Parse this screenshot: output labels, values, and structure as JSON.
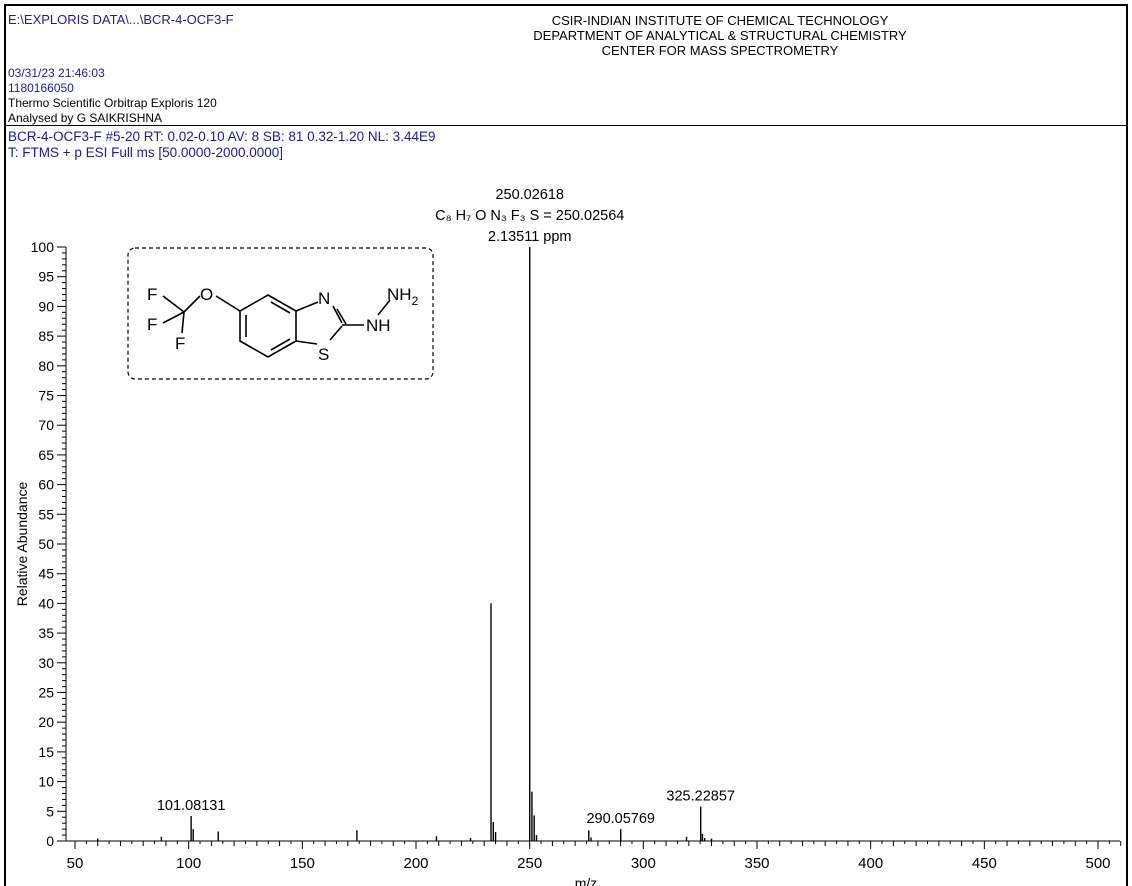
{
  "header": {
    "file_path": "E:\\EXPLORIS DATA\\...\\BCR-4-OCF3-F",
    "institute_line1": "CSIR-INDIAN INSTITUTE OF CHEMICAL TECHNOLOGY",
    "institute_line2": "DEPARTMENT OF ANALYTICAL & STRUCTURAL CHEMISTRY",
    "institute_line3": "CENTER FOR MASS SPECTROMETRY",
    "datetime": "03/31/23 21:46:03",
    "sample_id": "1180166050",
    "instrument": "Thermo Scientific Orbitrap Exploris 120",
    "analyst": "Analysed by G SAIKRISHNA",
    "scan_info": "BCR-4-OCF3-F #5-20  RT: 0.02-0.10  AV: 8  SB: 81  0.32-1.20  NL: 3.44E9",
    "filter": "T: FTMS + p ESI Full ms [50.0000-2000.0000]"
  },
  "structure": {
    "atom_F1": "F",
    "atom_F2": "F",
    "atom_F3": "F",
    "atom_O": "O",
    "atom_N": "N",
    "atom_S": "S",
    "atom_NH2": "NH",
    "atom_NH2_sub": "2",
    "atom_NH": "NH"
  },
  "chart_data": {
    "type": "bar",
    "xlabel": "m/z",
    "ylabel": "Relative Abundance",
    "xlim": [
      50,
      510
    ],
    "ylim": [
      0,
      100
    ],
    "x_ticks": [
      50,
      100,
      150,
      200,
      250,
      300,
      350,
      400,
      450,
      500
    ],
    "y_ticks": [
      0,
      5,
      10,
      15,
      20,
      25,
      30,
      35,
      40,
      45,
      50,
      55,
      60,
      65,
      70,
      75,
      80,
      85,
      90,
      95,
      100
    ],
    "peaks": [
      {
        "mz": 60,
        "abundance": 0.4
      },
      {
        "mz": 88,
        "abundance": 0.7
      },
      {
        "mz": 101.08131,
        "abundance": 4.2
      },
      {
        "mz": 102,
        "abundance": 2.0
      },
      {
        "mz": 113,
        "abundance": 1.6
      },
      {
        "mz": 174,
        "abundance": 1.8
      },
      {
        "mz": 209,
        "abundance": 0.8
      },
      {
        "mz": 224,
        "abundance": 0.5
      },
      {
        "mz": 233,
        "abundance": 40.0
      },
      {
        "mz": 234,
        "abundance": 3.2
      },
      {
        "mz": 235,
        "abundance": 1.5
      },
      {
        "mz": 250.02618,
        "abundance": 100
      },
      {
        "mz": 251,
        "abundance": 8.3
      },
      {
        "mz": 252,
        "abundance": 4.3
      },
      {
        "mz": 253,
        "abundance": 1.0
      },
      {
        "mz": 276,
        "abundance": 1.8
      },
      {
        "mz": 277,
        "abundance": 0.6
      },
      {
        "mz": 290.05769,
        "abundance": 2.0
      },
      {
        "mz": 319,
        "abundance": 0.7
      },
      {
        "mz": 325.22857,
        "abundance": 5.8
      },
      {
        "mz": 326,
        "abundance": 1.2
      },
      {
        "mz": 327,
        "abundance": 0.5
      },
      {
        "mz": 330,
        "abundance": 0.4
      }
    ],
    "peak_labels": [
      {
        "mz": 101.08131,
        "abundance": 4.2,
        "lines": [
          "101.08131"
        ]
      },
      {
        "mz": 250.02618,
        "abundance": 100,
        "lines": [
          "250.02618",
          "C₈ H₇ O N₃ F₃ S = 250.02564",
          "2.13511 ppm"
        ]
      },
      {
        "mz": 290.05769,
        "abundance": 2.0,
        "lines": [
          "290.05769"
        ]
      },
      {
        "mz": 325.22857,
        "abundance": 5.8,
        "lines": [
          "325.22857"
        ]
      }
    ]
  }
}
